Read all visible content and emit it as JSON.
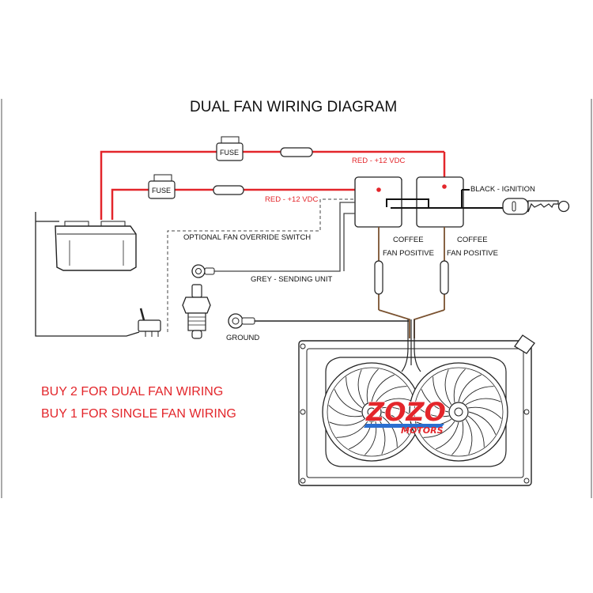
{
  "title": "DUAL FAN WIRING DIAGRAM",
  "fuse_labels": [
    "FUSE",
    "FUSE"
  ],
  "wire_labels": {
    "red_upper": "RED - +12 VDC",
    "red_lower": "RED - +12 VDC",
    "black_ignition": "BLACK - IGNITION",
    "optional_switch": "OPTIONAL FAN OVERRIDE SWITCH",
    "grey_sending": "GREY - SENDING UNIT",
    "ground": "GROUND",
    "coffee_left_1": "COFFEE",
    "coffee_left_2": "FAN POSITIVE",
    "coffee_right_1": "COFFEE",
    "coffee_right_2": "FAN POSITIVE"
  },
  "promo": {
    "line1": "BUY 2 FOR DUAL FAN WIRING",
    "line2": "BUY 1 FOR SINGLE FAN WIRING"
  },
  "brand": {
    "name": "ZOZO",
    "sub": "MOTORS"
  },
  "colors": {
    "red_wire": "#e3262b",
    "black_wire": "#111111",
    "coffee_wire": "#7a5230",
    "grey_wire": "#555555",
    "promo_text": "#e3262b",
    "brand_red": "#e3262b",
    "brand_blue": "#2a6fd0"
  }
}
